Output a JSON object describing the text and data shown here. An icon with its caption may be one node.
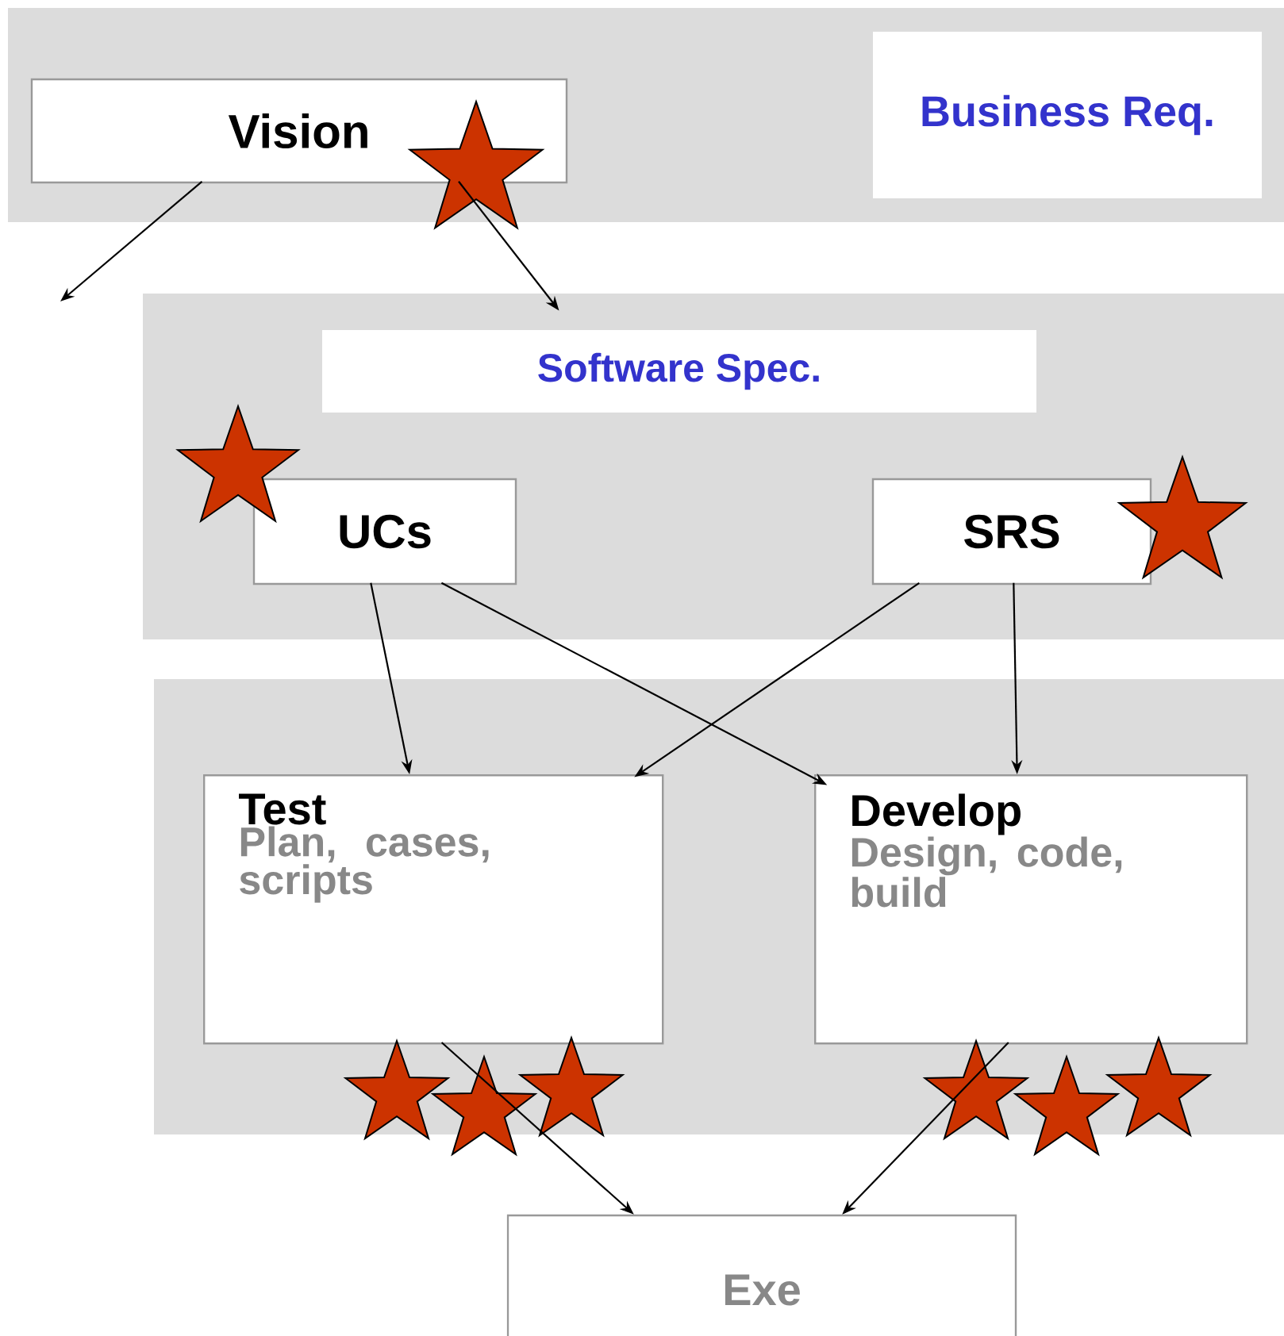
{
  "diagram": {
    "nodes": [
      {
        "text": [],
        "shape": "band"
      },
      {
        "text": [
          "Vision"
        ],
        "in": 0
      },
      {
        "text": [
          "Business Req."
        ],
        "in": 0
      },
      {
        "text": [],
        "shape": "band"
      },
      {
        "text": [
          "Software Spec."
        ],
        "in": 3
      },
      {
        "text": [
          "UCs"
        ],
        "in": 3
      },
      {
        "text": [
          "SRS"
        ],
        "in": 3
      },
      {
        "text": [],
        "shape": "band"
      },
      {
        "text": [
          "Test",
          "Plan, cases, scripts"
        ],
        "in": 7
      },
      {
        "text": [
          "Develop",
          "Design, code, build"
        ],
        "in": 7
      },
      {
        "text": [
          "Exe"
        ]
      }
    ],
    "edges": [
      {
        "from": 1,
        "to": null,
        "arrow": "to"
      },
      {
        "from": 1,
        "to": 3,
        "arrow": "to"
      },
      {
        "from": 5,
        "to": 8,
        "arrow": "to"
      },
      {
        "from": 5,
        "to": 9,
        "arrow": "to"
      },
      {
        "from": 6,
        "to": 8,
        "arrow": "to"
      },
      {
        "from": 6,
        "to": 9,
        "arrow": "to"
      },
      {
        "from": 8,
        "to": 10,
        "arrow": "to"
      },
      {
        "from": 9,
        "to": 10,
        "arrow": "to"
      }
    ]
  }
}
